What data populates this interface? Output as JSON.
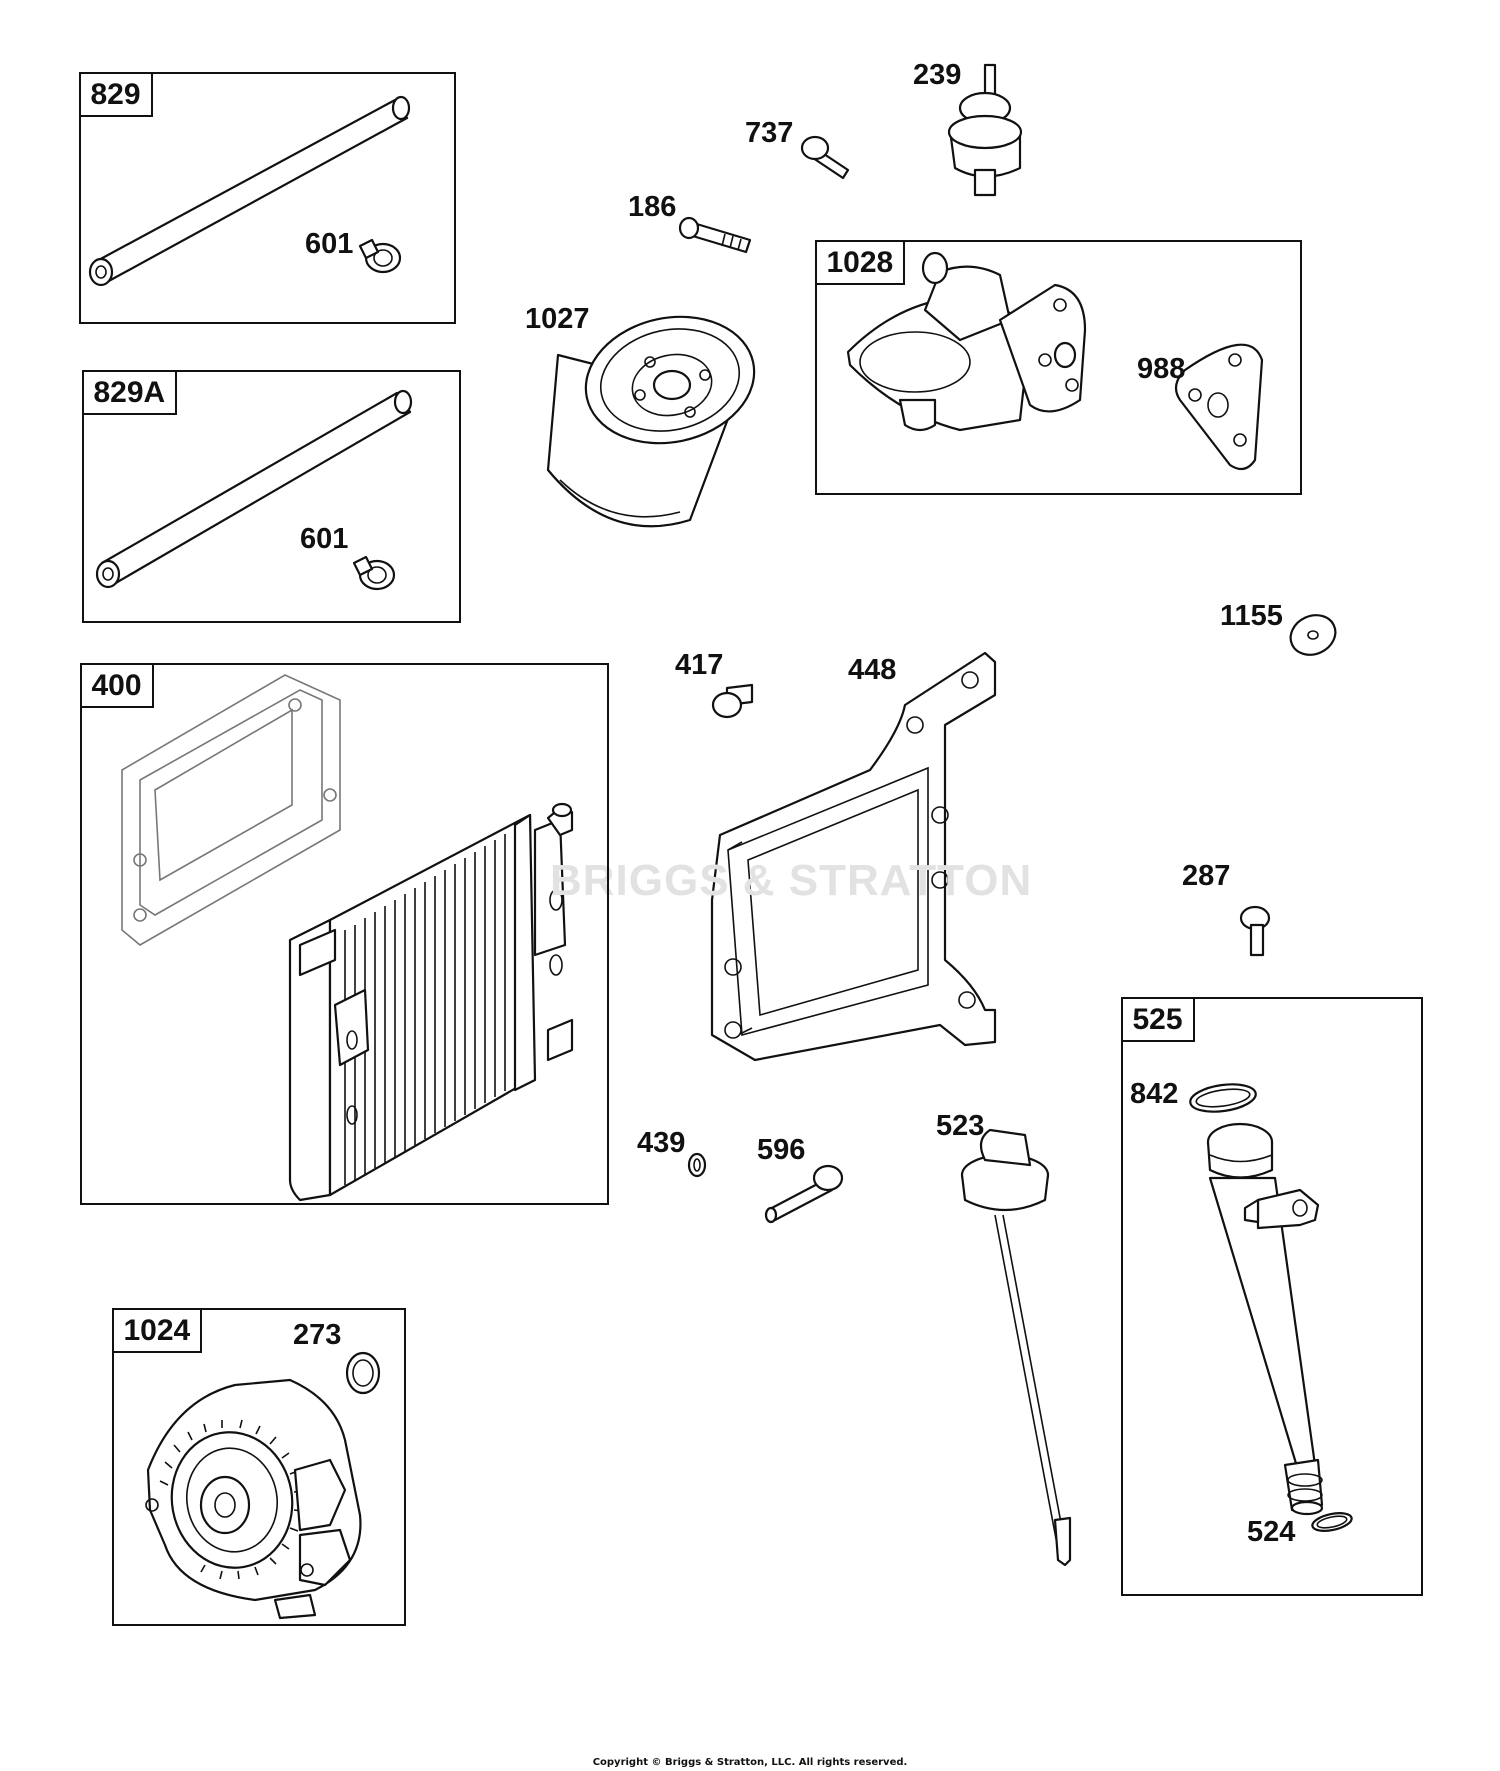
{
  "kits": [
    {
      "id": "829"
    },
    {
      "id": "829A"
    },
    {
      "id": "400"
    },
    {
      "id": "1028"
    },
    {
      "id": "525"
    },
    {
      "id": "1024"
    }
  ],
  "callouts": [
    {
      "id": "239"
    },
    {
      "id": "737"
    },
    {
      "id": "186"
    },
    {
      "id": "1027"
    },
    {
      "id": "601"
    },
    {
      "id": "601"
    },
    {
      "id": "988"
    },
    {
      "id": "1155"
    },
    {
      "id": "417"
    },
    {
      "id": "448"
    },
    {
      "id": "287"
    },
    {
      "id": "842"
    },
    {
      "id": "439"
    },
    {
      "id": "596"
    },
    {
      "id": "523"
    },
    {
      "id": "273"
    },
    {
      "id": "524"
    }
  ],
  "watermark": "BRIGGS & STRATTON",
  "copyright": "Copyright © Briggs & Stratton, LLC. All rights reserved."
}
